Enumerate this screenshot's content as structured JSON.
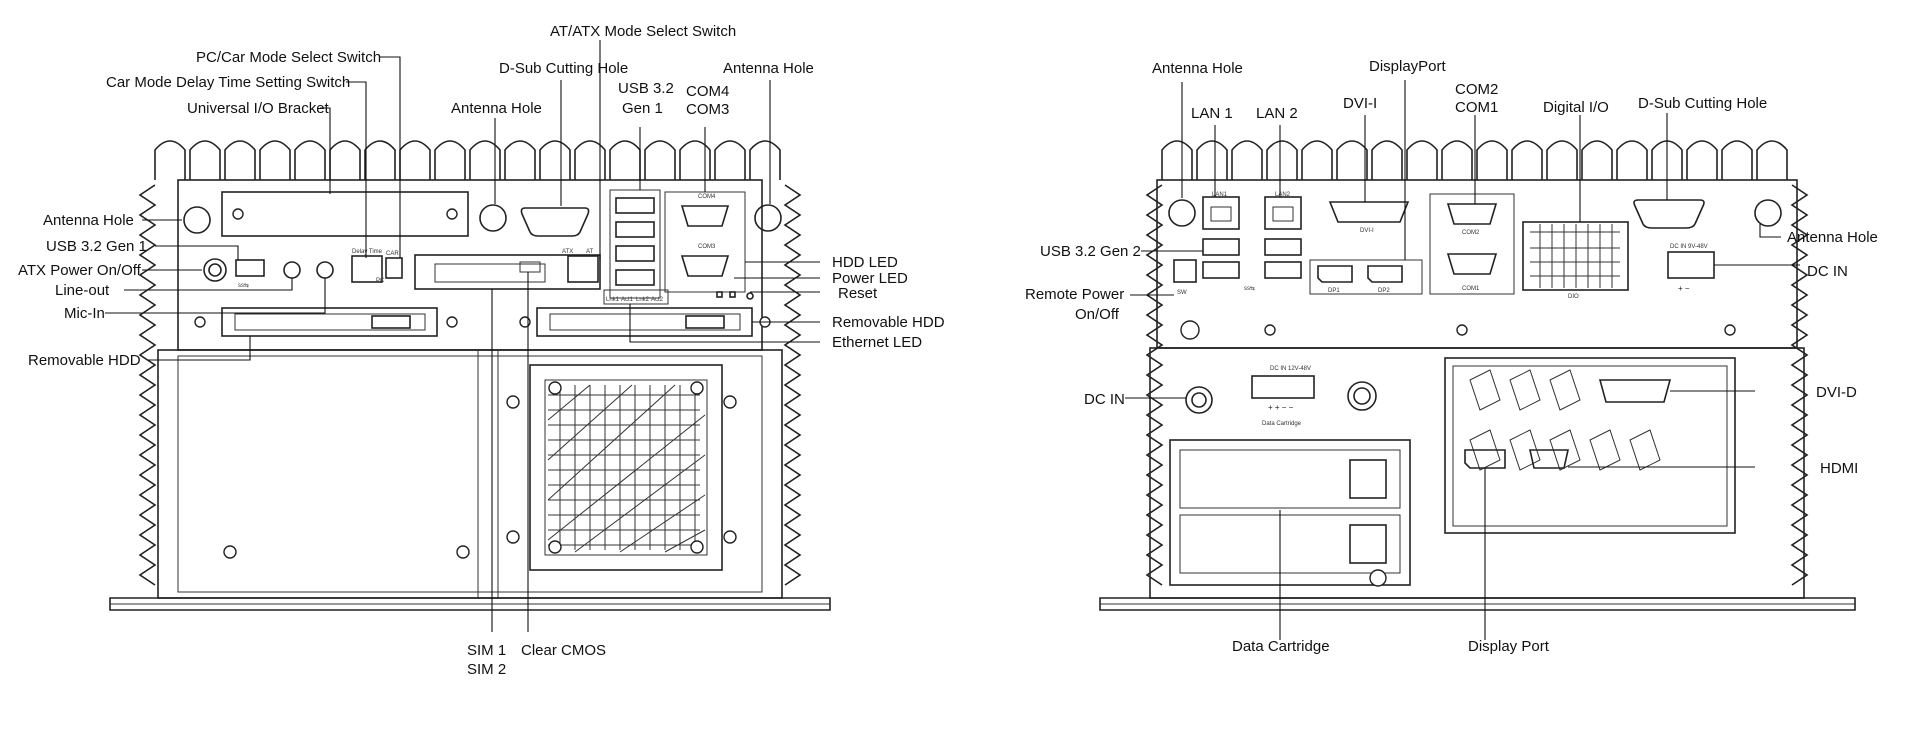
{
  "front_panel": {
    "labels": {
      "at_atx_switch": "AT/ATX Mode Select Switch",
      "pc_car_switch": "PC/Car Mode Select Switch",
      "car_delay_switch": "Car Mode Delay Time Setting Switch",
      "universal_bracket": "Universal I/O Bracket",
      "dsub_hole": "D-Sub Cutting Hole",
      "antenna_hole_mid": "Antenna Hole",
      "usb32_gen1_top_line1": "USB 3.2",
      "usb32_gen1_top_line2": "Gen 1",
      "com4": "COM4",
      "com3": "COM3",
      "antenna_hole_right": "Antenna Hole",
      "antenna_hole_left": "Antenna Hole",
      "usb32_gen1_left": "USB 3.2 Gen 1",
      "atx_power": "ATX Power On/Off",
      "line_out": "Line-out",
      "mic_in": "Mic-In",
      "removable_hdd_left": "Removable HDD",
      "hdd_led": "HDD LED",
      "power_led": "Power LED",
      "reset": "Reset",
      "removable_hdd_right": "Removable HDD",
      "ethernet_led": "Ethernet LED",
      "sim1": "SIM 1",
      "sim2": "SIM 2",
      "clear_cmos": "Clear CMOS"
    },
    "silkscreen": {
      "com4": "COM4",
      "com3": "COM3",
      "usb": "ss⇆",
      "delay": "Delay Time",
      "car": "CAR",
      "pc": "PC",
      "atx": "ATX",
      "at": "AT",
      "lan_leds": [
        "Lnk1",
        "Act1",
        "Lnk2",
        "Act2"
      ]
    }
  },
  "rear_panel": {
    "labels": {
      "antenna_hole_left": "Antenna Hole",
      "lan1": "LAN 1",
      "lan2": "LAN 2",
      "dvi_i": "DVI-I",
      "displayport_top": "DisplayPort",
      "com2": "COM2",
      "com1": "COM1",
      "digital_io": "Digital I/O",
      "dsub_hole": "D-Sub Cutting Hole",
      "antenna_hole_right": "Antenna Hole",
      "usb32_gen2": "USB 3.2 Gen 2",
      "dc_in_right": "DC IN",
      "remote_power_line1": "Remote Power",
      "remote_power_line2": "On/Off",
      "dc_in_left": "DC IN",
      "dvi_d": "DVI-D",
      "hdmi": "HDMI",
      "data_cartridge": "Data Cartridge",
      "display_port_bottom": "Display Port"
    },
    "silkscreen": {
      "lan1": "LAN1",
      "lan2": "LAN2",
      "dvi": "DVI-I",
      "dp1": "DP1",
      "dp2": "DP2",
      "com2": "COM2",
      "com1": "COM1",
      "dio": "DIO",
      "dc_in_small": "DC IN 9V-48V",
      "sw": "SW",
      "usb": "ss⇆",
      "dc_in_cartridge": "DC IN 12V-48V",
      "polarity_small": "+ −",
      "polarity_cartridge": "+ + − −",
      "data_cartridge": "Data Cartridge"
    }
  },
  "colors": {
    "line": "#111111",
    "outline": "#222222",
    "background": "#ffffff"
  }
}
